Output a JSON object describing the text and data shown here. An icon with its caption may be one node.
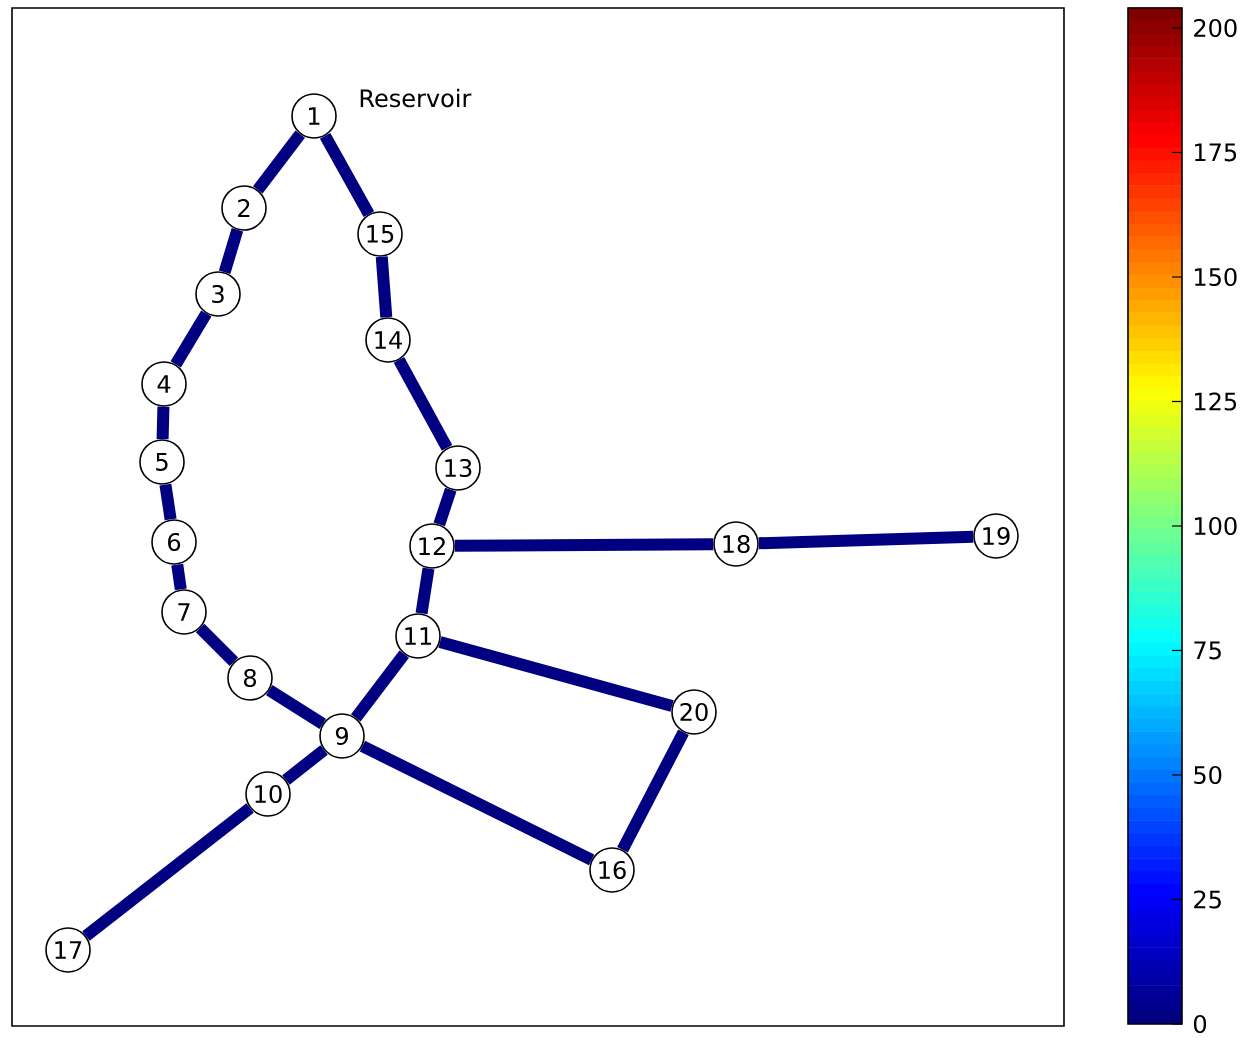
{
  "diagram": {
    "nodes": [
      {
        "text": [
          "1"
        ],
        "beside": [
          "Reservoir"
        ]
      },
      {
        "text": [
          "2"
        ]
      },
      {
        "text": [
          "3"
        ]
      },
      {
        "text": [
          "4"
        ]
      },
      {
        "text": [
          "5"
        ]
      },
      {
        "text": [
          "6"
        ]
      },
      {
        "text": [
          "7"
        ]
      },
      {
        "text": [
          "8"
        ]
      },
      {
        "text": [
          "9"
        ]
      },
      {
        "text": [
          "10"
        ]
      },
      {
        "text": [
          "11"
        ]
      },
      {
        "text": [
          "12"
        ]
      },
      {
        "text": [
          "13"
        ]
      },
      {
        "text": [
          "14"
        ]
      },
      {
        "text": [
          "15"
        ]
      },
      {
        "text": [
          "16"
        ]
      },
      {
        "text": [
          "17"
        ]
      },
      {
        "text": [
          "18"
        ]
      },
      {
        "text": [
          "19"
        ]
      },
      {
        "text": [
          "20"
        ]
      }
    ],
    "edges": [
      {
        "from": 0,
        "to": 1,
        "arrow": "none"
      },
      {
        "from": 1,
        "to": 2,
        "arrow": "none"
      },
      {
        "from": 2,
        "to": 3,
        "arrow": "none"
      },
      {
        "from": 3,
        "to": 4,
        "arrow": "none"
      },
      {
        "from": 4,
        "to": 5,
        "arrow": "none"
      },
      {
        "from": 5,
        "to": 6,
        "arrow": "none"
      },
      {
        "from": 6,
        "to": 7,
        "arrow": "none"
      },
      {
        "from": 7,
        "to": 8,
        "arrow": "none"
      },
      {
        "from": 8,
        "to": 9,
        "arrow": "none"
      },
      {
        "from": 9,
        "to": 16,
        "arrow": "none"
      },
      {
        "from": 8,
        "to": 10,
        "arrow": "none"
      },
      {
        "from": 10,
        "to": 11,
        "arrow": "none"
      },
      {
        "from": 11,
        "to": 12,
        "arrow": "none"
      },
      {
        "from": 12,
        "to": 13,
        "arrow": "none"
      },
      {
        "from": 13,
        "to": 14,
        "arrow": "none"
      },
      {
        "from": 14,
        "to": 0,
        "arrow": "none"
      },
      {
        "from": 11,
        "to": 17,
        "arrow": "none"
      },
      {
        "from": 17,
        "to": 18,
        "arrow": "none"
      },
      {
        "from": 10,
        "to": 19,
        "arrow": "none"
      },
      {
        "from": 19,
        "to": 15,
        "arrow": "none"
      },
      {
        "from": 15,
        "to": 8,
        "arrow": "none"
      }
    ],
    "labels": [
      "200",
      "175",
      "150",
      "125",
      "100",
      "75",
      "50",
      "25",
      "0"
    ]
  }
}
